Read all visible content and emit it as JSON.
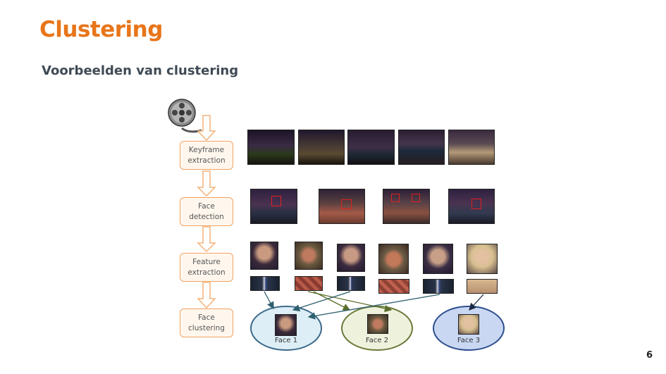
{
  "slide": {
    "title": "Clustering",
    "subtitle": "Voorbeelden van clustering",
    "page_number": "6"
  },
  "pipeline": {
    "icon": "film-reel-icon",
    "steps": [
      "Keyframe\nextraction",
      "Face\ndetection",
      "Feature\nextraction",
      "Face\nclustering"
    ],
    "box_color": "#f0a262",
    "arrow_color": "#f4b27a"
  },
  "clusters": [
    {
      "label": "Face 1",
      "fill": "#ddeef6",
      "stroke": "#3d6a8a"
    },
    {
      "label": "Face 2",
      "fill": "#eef2dd",
      "stroke": "#6a7a3a"
    },
    {
      "label": "Face 3",
      "fill": "#c9d7f2",
      "stroke": "#2f4f8f"
    }
  ],
  "colors": {
    "title": "#e8751a",
    "subtitle": "#3f4a55",
    "detection_box": "#e02020",
    "arrow_blue": "#2e5f6e",
    "arrow_green": "#5b6e2a"
  }
}
